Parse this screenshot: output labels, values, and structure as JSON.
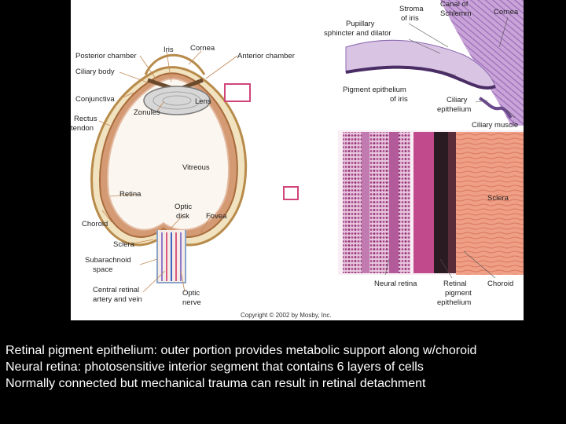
{
  "figure": {
    "labels": {
      "posterior_chamber": "Posterior chamber",
      "ciliary_body": "Ciliary body",
      "conjunctiva": "Conjunctiva",
      "rectus_tendon_1": "Rectus",
      "rectus_tendon_2": "tendon",
      "iris": "Iris",
      "cornea": "Cornea",
      "anterior_chamber": "Anterior chamber",
      "lens": "Lens",
      "zonules": "Zonules",
      "vitreous": "Vitreous",
      "retina": "Retina",
      "optic_disk_1": "Optic",
      "optic_disk_2": "disk",
      "fovea": "Fovea",
      "choroid": "Choroid",
      "sclera": "Sclera",
      "subarachnoid_1": "Subarachnoid",
      "subarachnoid_2": "space",
      "central_retinal_1": "Central retinal",
      "central_retinal_2": "artery and vein",
      "optic_nerve_1": "Optic",
      "optic_nerve_2": "nerve",
      "pupillary_sphincter_1": "Pupillary",
      "pupillary_sphincter_2": "sphincter and dilator",
      "stroma_of_iris_1": "Stroma",
      "stroma_of_iris_2": "of iris",
      "canal_of_schlemm_1": "Canal of",
      "canal_of_schlemm_2": "Schlemm",
      "cornea_inset": "Cornea",
      "pigment_epithelium_iris_1": "Pigment epithelium",
      "pigment_epithelium_iris_2": "of iris",
      "ciliary_epithelium_1": "Ciliary",
      "ciliary_epithelium_2": "epithelium",
      "ciliary_muscle": "Ciliary muscle",
      "sclera_inset": "Sclera",
      "neural_retina": "Neural retina",
      "rpe_1": "Retinal",
      "rpe_2": "pigment",
      "rpe_3": "epithelium",
      "choroid_inset": "Choroid"
    },
    "copyright": "Copyright © 2002 by Mosby, Inc."
  },
  "caption": {
    "line1": "Retinal pigment epithelium: outer portion provides metabolic support along w/choroid",
    "line2": "Neural retina: photosensitive interior segment that contains 6 layers of cells",
    "line3": "Normally connected but mechanical trauma can result in retinal detachment"
  },
  "colors": {
    "background": "#000000",
    "panel": "#ffffff",
    "highlight_box": "#d0457a",
    "sclera_tissue": "#e8957a",
    "retina_tissue": "#c04a8c",
    "iris_tissue": "#8c6bb0"
  }
}
